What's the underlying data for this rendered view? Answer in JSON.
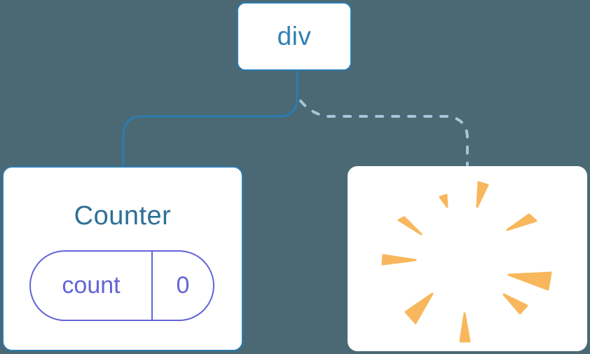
{
  "tree": {
    "root_node": {
      "label": "div"
    },
    "children": [
      {
        "kind": "component",
        "title": "Counter",
        "connector": "solid",
        "state": {
          "key": "count",
          "value": "0"
        }
      },
      {
        "kind": "removed-instance",
        "icon": "poof-icon",
        "connector": "dashed"
      }
    ]
  },
  "colors": {
    "background": "#4a6974",
    "node_border": "#2b7cb1",
    "solid_connector": "#2b7cb1",
    "dashed_connector": "#a3c6db",
    "node_label": "#3180b3",
    "component_title": "#2d7096",
    "state": "#6464d8",
    "poof": "#f8b75c",
    "card_bg": "#ffffff"
  }
}
